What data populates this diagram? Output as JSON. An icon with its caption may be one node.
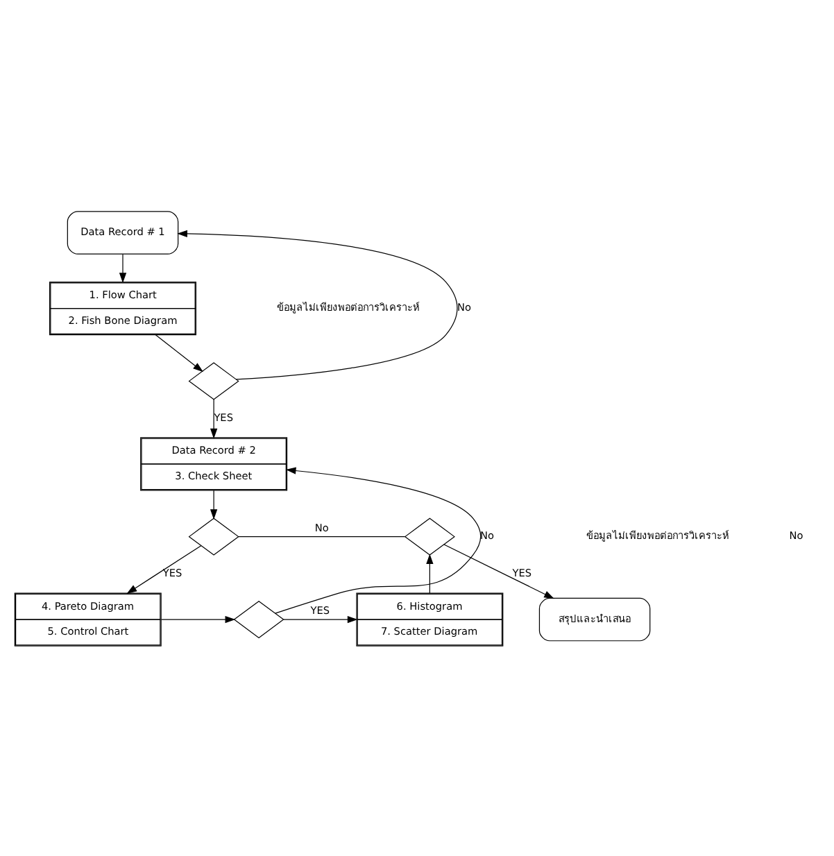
{
  "diagram": {
    "nodes": [
      {
        "text": [
          "Data Record # 1"
        ]
      },
      {
        "text": [
          "1. Flow Chart",
          "2. Fish Bone Diagram"
        ]
      },
      {
        "text": [],
        "shape": "diamond"
      },
      {
        "text": [
          "Data Record # 2",
          "3. Check Sheet"
        ]
      },
      {
        "text": [],
        "shape": "diamond"
      },
      {
        "text": [
          "4. Pareto Diagram",
          "5. Control Chart"
        ]
      },
      {
        "text": [],
        "shape": "diamond"
      },
      {
        "text": [
          "6. Histogram",
          "7. Scatter Diagram"
        ]
      },
      {
        "text": [],
        "shape": "diamond"
      },
      {
        "text": [
          "สรุปและนำเสนอ"
        ]
      }
    ],
    "edges": [
      {
        "from": 0,
        "to": 1,
        "arrow": "to"
      },
      {
        "from": 1,
        "to": 2,
        "arrow": "to"
      },
      {
        "from": 2,
        "to": 0,
        "arrow": "to",
        "label": "No"
      },
      {
        "from": 2,
        "to": 3,
        "arrow": "to",
        "label": "YES"
      },
      {
        "from": 3,
        "to": 4,
        "arrow": "to"
      },
      {
        "from": 4,
        "to": 5,
        "arrow": "to",
        "label": "YES"
      },
      {
        "from": 4,
        "to": 8,
        "arrow": "none",
        "label": "No"
      },
      {
        "from": 5,
        "to": 6,
        "arrow": "to"
      },
      {
        "from": 6,
        "to": 3,
        "arrow": "to",
        "label": "No"
      },
      {
        "from": 6,
        "to": 7,
        "arrow": "to",
        "label": "YES"
      },
      {
        "from": 7,
        "to": 8,
        "arrow": "to"
      },
      {
        "from": 8,
        "to": 9,
        "arrow": "to",
        "label": "YES"
      }
    ],
    "labels": [
      "ข้อมูลไม่เพียงพอต่อการวิเคราะห์",
      "ข้อมูลไม่เพียงพอต่อการวิเคราะห์",
      "No"
    ]
  }
}
